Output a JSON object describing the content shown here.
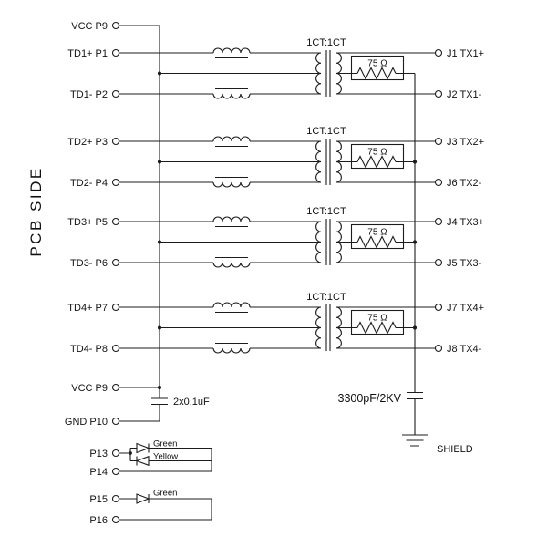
{
  "labels": {
    "side": "PCB SIDE",
    "ratio": "1CT:1CT",
    "resistor": "75 Ω",
    "cap_decoupling": "2x0.1uF",
    "cap_shield": "3300pF/2KV",
    "shield": "SHIELD"
  },
  "pins": {
    "left": [
      "VCC P9",
      "TD1+ P1",
      "TD1- P2",
      "TD2+ P3",
      "TD2- P4",
      "TD3+ P5",
      "TD3- P6",
      "TD4+ P7",
      "TD4- P8",
      "VCC P9",
      "GND P10",
      "P13",
      "P14",
      "P15",
      "P16"
    ],
    "right": [
      "J1 TX1+",
      "J2 TX1-",
      "J3 TX2+",
      "J6 TX2-",
      "J4 TX3+",
      "J5 TX3-",
      "J7 TX4+",
      "J8 TX4-"
    ]
  },
  "leds": {
    "bicolor_top": "Green",
    "bicolor_bottom": "Yellow",
    "single": "Green"
  },
  "colors": {
    "line": "#1c1c1c",
    "background": "#ffffff"
  }
}
